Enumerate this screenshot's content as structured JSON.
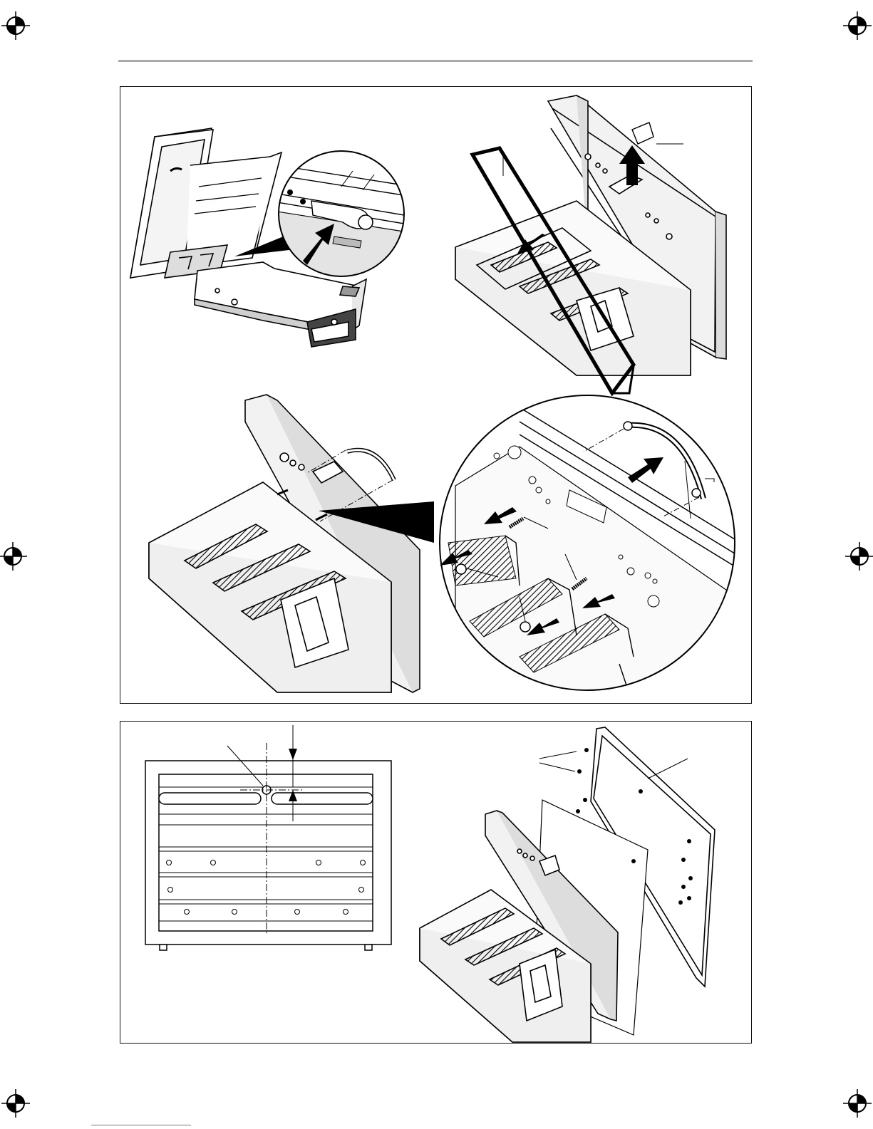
{
  "page": {
    "header_rule": true,
    "accent_color": "#000000"
  },
  "figures": [
    {
      "id": "top-panel",
      "illustrations": [
        "door-release-detail",
        "frame-removal",
        "handle-removal",
        "handle-screws-detail"
      ]
    },
    {
      "id": "bottom-panel",
      "illustrations": [
        "front-panel-template",
        "decor-panel-fitting"
      ]
    }
  ],
  "icons": {
    "registration_mark": "crosshair-circle",
    "arrow": "filled-arrow"
  }
}
